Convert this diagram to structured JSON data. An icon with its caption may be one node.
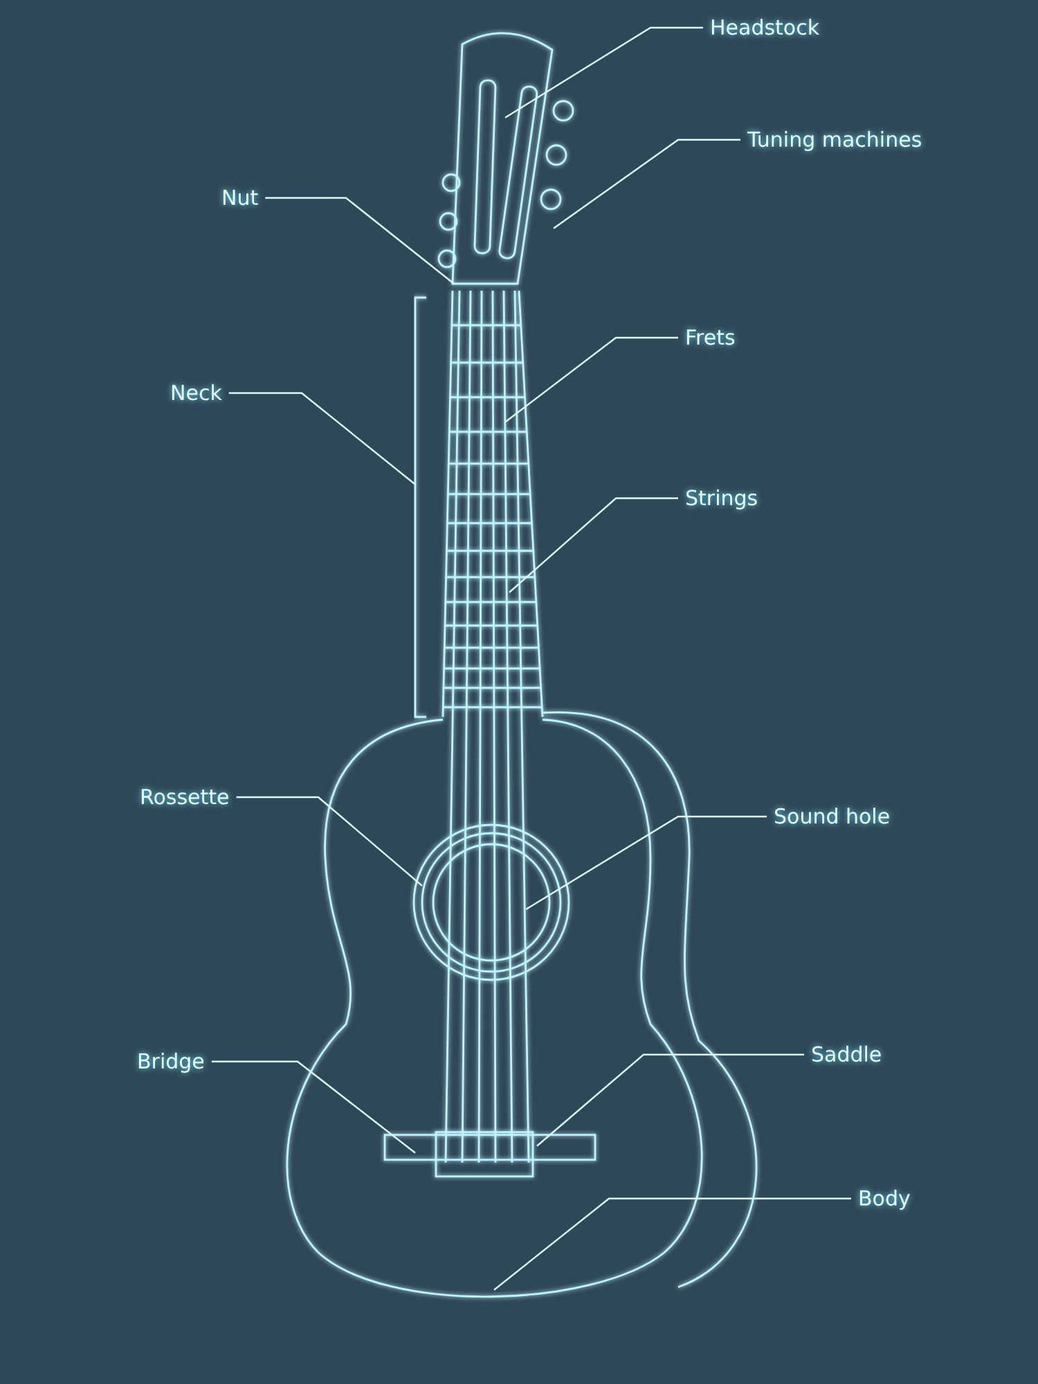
{
  "diagram": {
    "nodes": [
      {
        "text": [
          "Headstock"
        ]
      },
      {
        "text": [
          "Tuning machines"
        ]
      },
      {
        "text": [
          "Nut"
        ]
      },
      {
        "text": [
          "Frets"
        ]
      },
      {
        "text": [
          "Neck"
        ]
      },
      {
        "text": [
          "Strings"
        ]
      },
      {
        "text": [
          "Rossette"
        ]
      },
      {
        "text": [
          "Sound hole"
        ]
      },
      {
        "text": [
          "Bridge"
        ]
      },
      {
        "text": [
          "Saddle"
        ]
      },
      {
        "text": [
          "Body"
        ]
      }
    ],
    "edges": [
      {
        "from": 0,
        "to": null,
        "arrow": "none"
      },
      {
        "from": 1,
        "to": null,
        "arrow": "none"
      },
      {
        "from": 2,
        "to": null,
        "arrow": "none"
      },
      {
        "from": 3,
        "to": null,
        "arrow": "none"
      },
      {
        "from": 4,
        "to": null,
        "arrow": "none"
      },
      {
        "from": 5,
        "to": null,
        "arrow": "none"
      },
      {
        "from": 6,
        "to": null,
        "arrow": "none"
      },
      {
        "from": 7,
        "to": null,
        "arrow": "none"
      },
      {
        "from": 8,
        "to": null,
        "arrow": "none"
      },
      {
        "from": 9,
        "to": null,
        "arrow": "none"
      },
      {
        "from": 10,
        "to": null,
        "arrow": "none"
      }
    ]
  }
}
